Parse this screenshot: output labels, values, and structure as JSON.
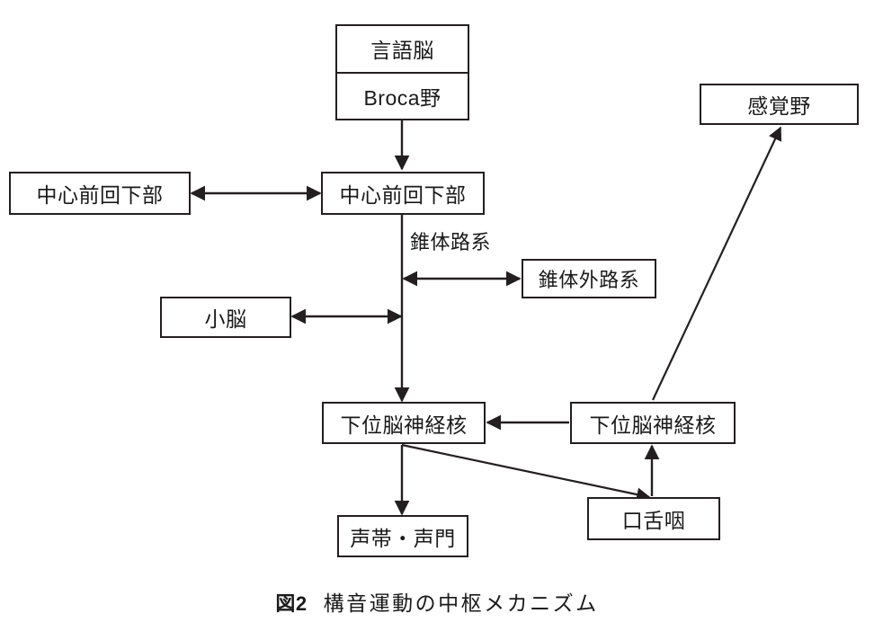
{
  "figure": {
    "caption_number": "図2",
    "caption_text": "構音運動の中枢メカニズム",
    "line_color": "#231f20",
    "box_fill": "#ffffff",
    "text_color": "#1a1a1a"
  },
  "nodes": {
    "language_brain": {
      "label": "言語脳"
    },
    "broca": {
      "label": "Broca野"
    },
    "precentral_left": {
      "label": "中心前回下部"
    },
    "precentral_right": {
      "label": "中心前回下部"
    },
    "extrapyramidal": {
      "label": "錐体外路系"
    },
    "cerebellum": {
      "label": "小脳"
    },
    "lower_cranial_nuclei_left": {
      "label": "下位脳神経核"
    },
    "lower_cranial_nuclei_right": {
      "label": "下位脳神経核"
    },
    "vocal_cords": {
      "label": "声帯・声門"
    },
    "oral_lingual_pharyngeal": {
      "label": "口舌咽"
    },
    "sensory_area": {
      "label": "感覚野"
    }
  },
  "edge_labels": {
    "pyramidal_tract": "錐体路系"
  },
  "edges": [
    {
      "name": "broca-to-precentral-right",
      "from": "broca",
      "to": "precentral_right",
      "direction": "one-way"
    },
    {
      "name": "precentral-left-right",
      "from": "precentral_left",
      "to": "precentral_right",
      "direction": "two-way"
    },
    {
      "name": "pyramidal-to-extrapyramidal",
      "from": "pyramidal_tract",
      "to": "extrapyramidal",
      "direction": "two-way"
    },
    {
      "name": "cerebellum-to-pyramidal",
      "from": "cerebellum",
      "to": "pyramidal_tract",
      "direction": "two-way"
    },
    {
      "name": "pyramidal-to-lower-cranial-nuclei-left",
      "from": "precentral_right",
      "to": "lower_cranial_nuclei_left",
      "direction": "one-way"
    },
    {
      "name": "lower-cranial-right-to-left",
      "from": "lower_cranial_nuclei_right",
      "to": "lower_cranial_nuclei_left",
      "direction": "one-way"
    },
    {
      "name": "lower-cranial-left-to-vocal-cords",
      "from": "lower_cranial_nuclei_left",
      "to": "vocal_cords",
      "direction": "one-way"
    },
    {
      "name": "lower-cranial-left-to-oral",
      "from": "lower_cranial_nuclei_left",
      "to": "oral_lingual_pharyngeal",
      "direction": "one-way"
    },
    {
      "name": "oral-to-lower-cranial-right",
      "from": "oral_lingual_pharyngeal",
      "to": "lower_cranial_nuclei_right",
      "direction": "one-way"
    },
    {
      "name": "lower-cranial-right-to-sensory",
      "from": "lower_cranial_nuclei_right",
      "to": "sensory_area",
      "direction": "one-way"
    }
  ]
}
